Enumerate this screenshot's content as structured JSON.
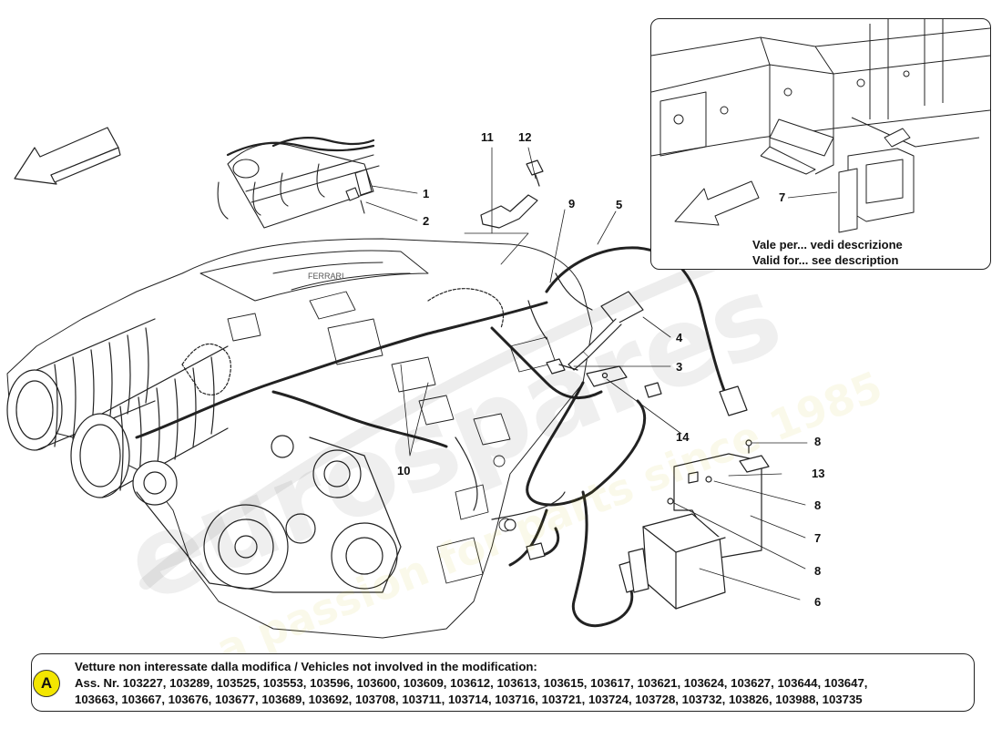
{
  "callouts": [
    {
      "id": "1",
      "label": "1"
    },
    {
      "id": "2",
      "label": "2"
    },
    {
      "id": "3",
      "label": "3"
    },
    {
      "id": "4",
      "label": "4"
    },
    {
      "id": "5",
      "label": "5"
    },
    {
      "id": "6",
      "label": "6"
    },
    {
      "id": "7",
      "label": "7"
    },
    {
      "id": "7b",
      "label": "7"
    },
    {
      "id": "8a",
      "label": "8"
    },
    {
      "id": "8b",
      "label": "8"
    },
    {
      "id": "8c",
      "label": "8"
    },
    {
      "id": "9",
      "label": "9"
    },
    {
      "id": "10",
      "label": "10"
    },
    {
      "id": "11",
      "label": "11"
    },
    {
      "id": "12",
      "label": "12"
    },
    {
      "id": "13",
      "label": "13"
    },
    {
      "id": "14",
      "label": "14"
    }
  ],
  "inset": {
    "note_line1": "Vale per... vedi descrizione",
    "note_line2": "Valid for... see description"
  },
  "watermark": {
    "brand": "eurospares",
    "tagline": "a passion for parts since 1985"
  },
  "note": {
    "badge": "A",
    "title": "Vetture non interessate dalla modifica / Vehicles not involved in the modification:",
    "line1": "Ass. Nr. 103227, 103289, 103525, 103553, 103596, 103600, 103609, 103612, 103613, 103615, 103617, 103621, 103624, 103627, 103644, 103647,",
    "line2": "103663, 103667, 103676, 103677, 103689, 103692, 103708, 103711, 103714, 103716, 103721, 103724, 103728, 103732, 103826, 103988, 103735"
  },
  "colors": {
    "line": "#222222",
    "badge": "#f3e600"
  }
}
